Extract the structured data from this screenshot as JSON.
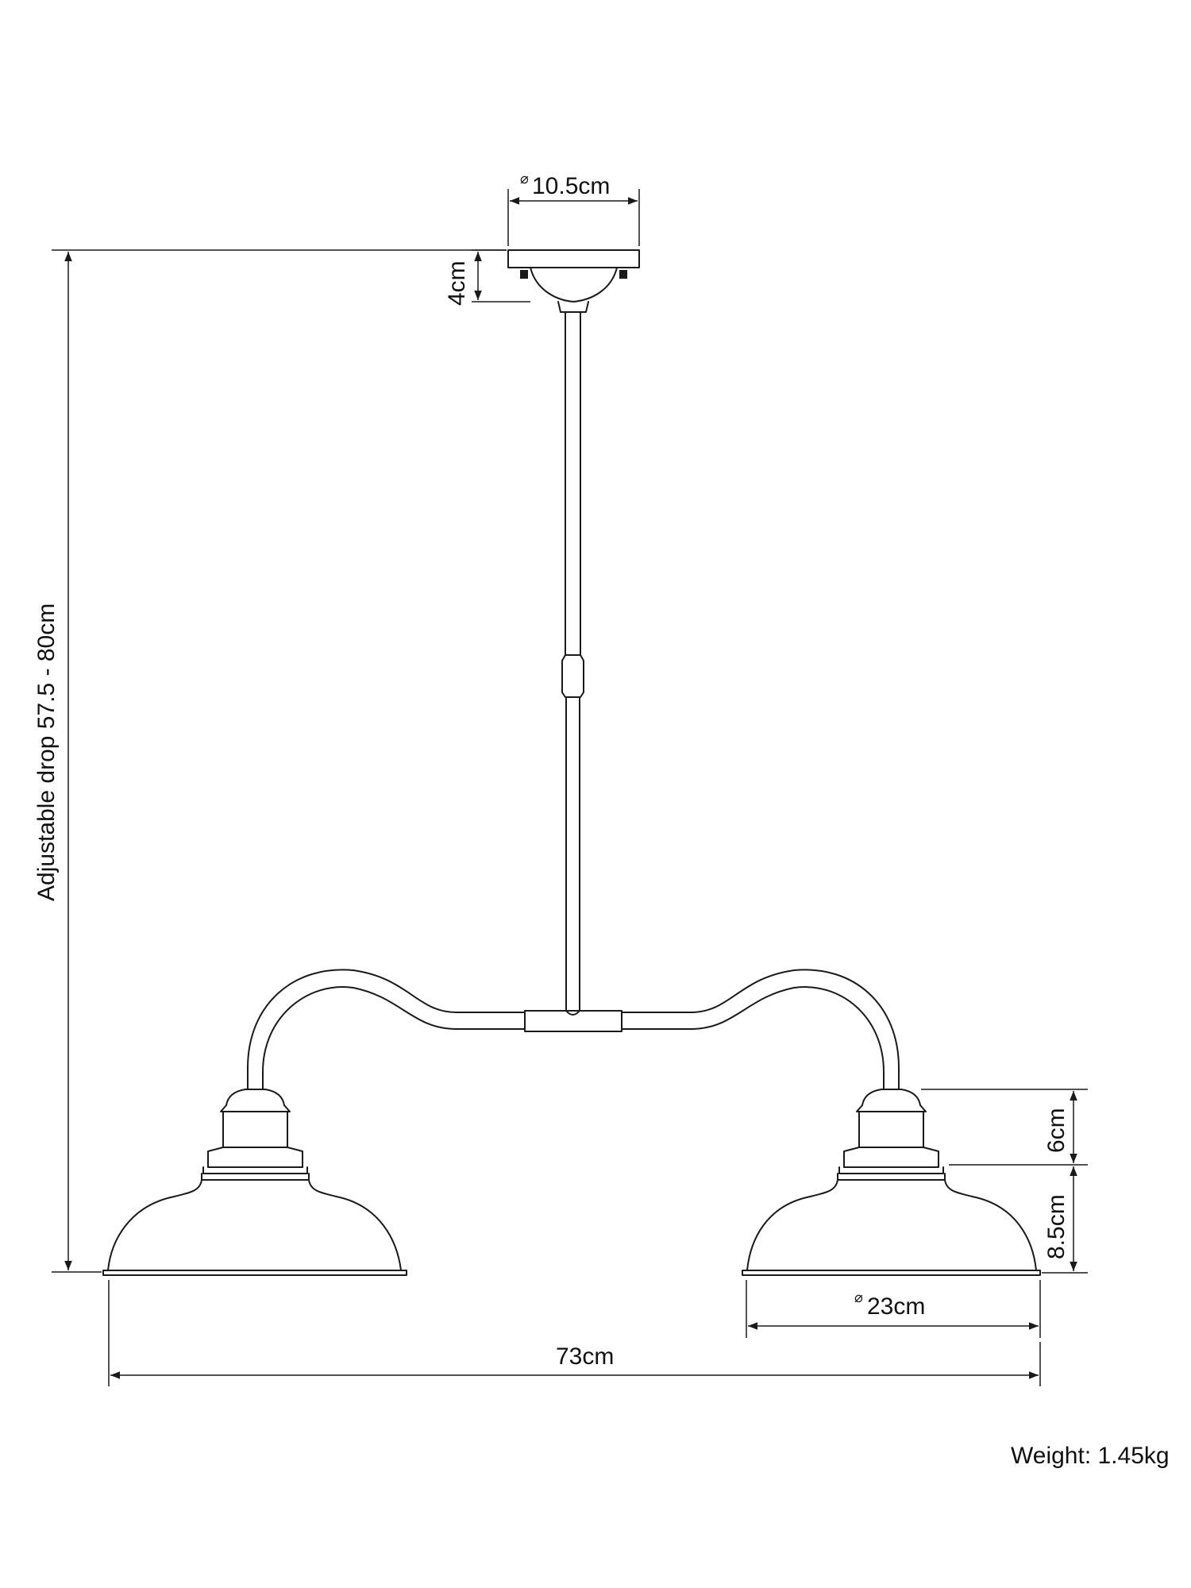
{
  "dimensions": {
    "canopy_diameter": "10.5cm",
    "canopy_height": "4cm",
    "adjustable_drop": "Adjustable drop 57.5 - 80cm",
    "lampholder_height": "6cm",
    "shade_height": "8.5cm",
    "shade_diameter": "23cm",
    "overall_width": "73cm",
    "diameter_symbol": "⌀"
  },
  "weight": "Weight: 1.45kg"
}
